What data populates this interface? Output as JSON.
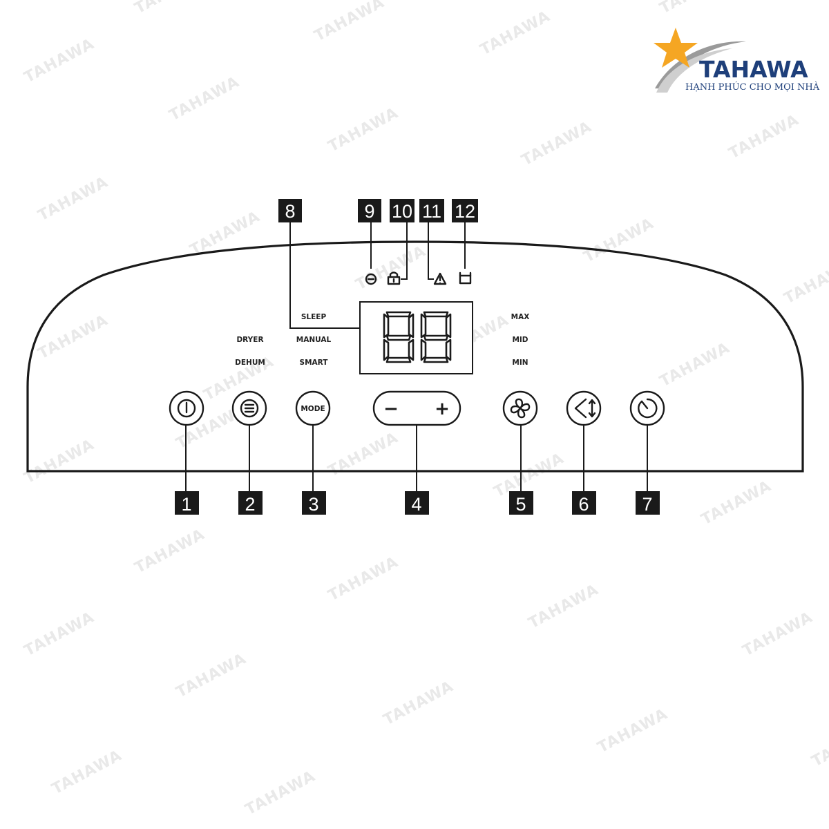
{
  "brand": {
    "name": "TAHAWA",
    "tagline": "HẠNH PHÚC CHO MỌI NHÀ",
    "watermark": "TAHAWA",
    "colors": {
      "navy": "#1e3f7a",
      "star": "#f5a623",
      "swoosh_gray": "#9a9a9a"
    }
  },
  "callouts": {
    "bottom": [
      "1",
      "2",
      "3",
      "4",
      "5",
      "6",
      "7"
    ],
    "top": [
      "8",
      "9",
      "10",
      "11",
      "12"
    ]
  },
  "labels": {
    "dryer": "DRYER",
    "dehum": "DEHUM",
    "sleep": "SLEEP",
    "manual": "MANUAL",
    "smart": "SMART",
    "max": "MAX",
    "mid": "MID",
    "min": "MIN"
  },
  "buttons": {
    "power": {
      "icon": "power-icon"
    },
    "menu": {
      "icon": "menu-lines-icon"
    },
    "mode": {
      "label": "MODE"
    },
    "adjust": {
      "minus": "−",
      "plus": "+"
    },
    "fan": {
      "icon": "fan-icon"
    },
    "swing": {
      "icon": "swing-icon"
    },
    "timer": {
      "icon": "timer-icon"
    }
  },
  "display": {
    "digits": "88"
  },
  "indicators": [
    "minus-circle-icon",
    "lock-icon",
    "warning-icon",
    "water-tank-icon"
  ]
}
